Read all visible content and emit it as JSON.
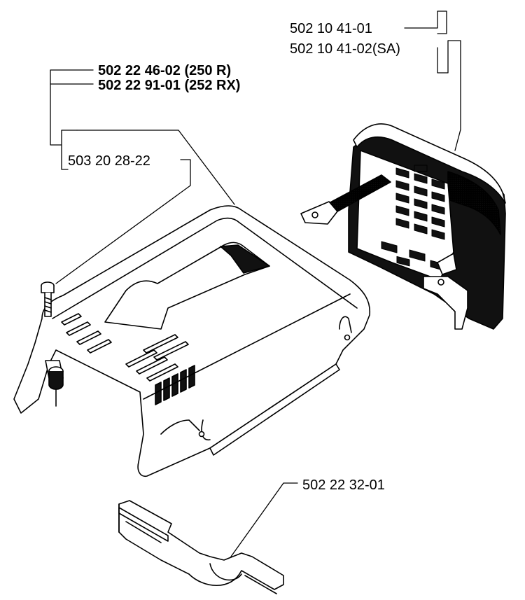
{
  "callouts": {
    "muffler_part_1": "502 10 41-01",
    "muffler_part_2": "502 10 41-02(SA)",
    "cover_part_250r": "502 22 46-02 (250 R)",
    "cover_part_252rx": "502 22 91-01 (252 RX)",
    "screw_part": "503 20 28-22",
    "plate_part": "502 22 32-01"
  },
  "colors": {
    "ink": "#000000",
    "paper": "#ffffff",
    "stipple": "#9a9a9a"
  }
}
